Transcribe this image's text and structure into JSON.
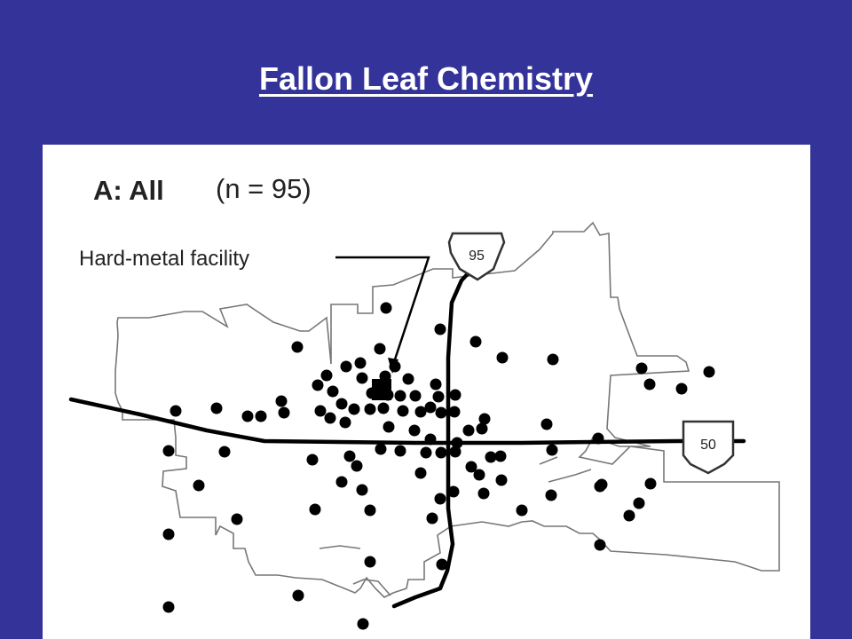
{
  "slide": {
    "title": "Fallon Leaf Chemistry",
    "background": "#333399"
  },
  "map": {
    "panel_label": "A: All",
    "sample_count": "(n = 95)",
    "facility_label": "Hard-metal facility",
    "highway_north": "95",
    "highway_east": "50",
    "point_count": 95
  }
}
